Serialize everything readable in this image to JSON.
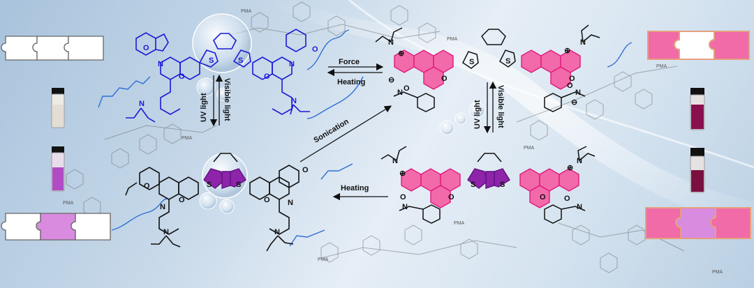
{
  "arrows": {
    "force": "Force",
    "heating_top": "Heating",
    "uv_light_left": "UV light",
    "visible_light_left": "Visible light",
    "uv_light_right": "UV light",
    "visible_light_right": "Visible light",
    "sonication": "Sonication",
    "heating_bottom": "Heating"
  },
  "atom_labels": {
    "nitrogen": "N",
    "oxygen": "O",
    "sulfur": "S",
    "plus": "⊕",
    "minus": "⊖"
  },
  "polymer_label": "PMA",
  "colors": {
    "closed_form": "#1a1ad6",
    "merocyanine": "#e0197d",
    "ring_closed_dae": "#7b1fa2",
    "black": "#111111",
    "chain": "#2f6fd6",
    "puzzle_pink": "#f06ba8",
    "puzzle_lilac": "#d98be0"
  }
}
